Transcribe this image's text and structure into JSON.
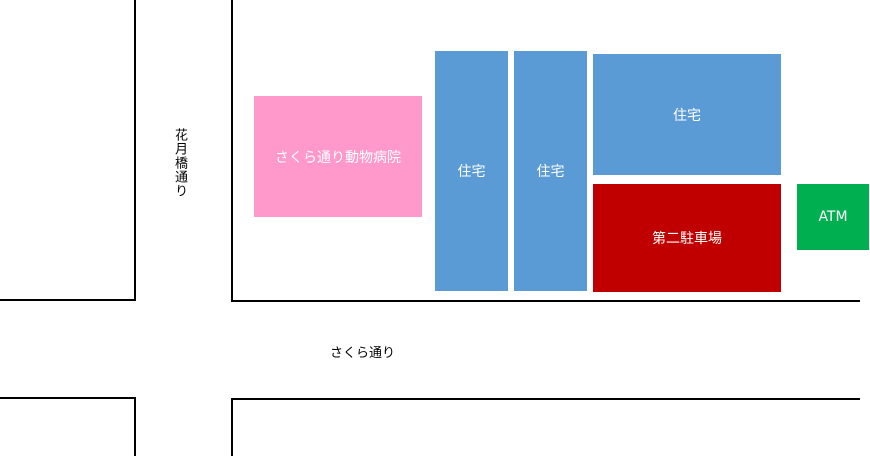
{
  "roads": {
    "horizontal_name": "さくら通り",
    "vertical_name": "花月橋通り"
  },
  "buildings": {
    "vet_clinic": {
      "label": "さくら通り動物病院",
      "color": "#ff99cc"
    },
    "house_1": {
      "label": "住宅",
      "color": "#5b9bd5"
    },
    "house_2": {
      "label": "住宅",
      "color": "#5b9bd5"
    },
    "house_3": {
      "label": "住宅",
      "color": "#5b9bd5"
    },
    "parking": {
      "label": "第二駐車場",
      "color": "#c00000"
    },
    "atm": {
      "label": "ATM",
      "color": "#00b050"
    }
  }
}
